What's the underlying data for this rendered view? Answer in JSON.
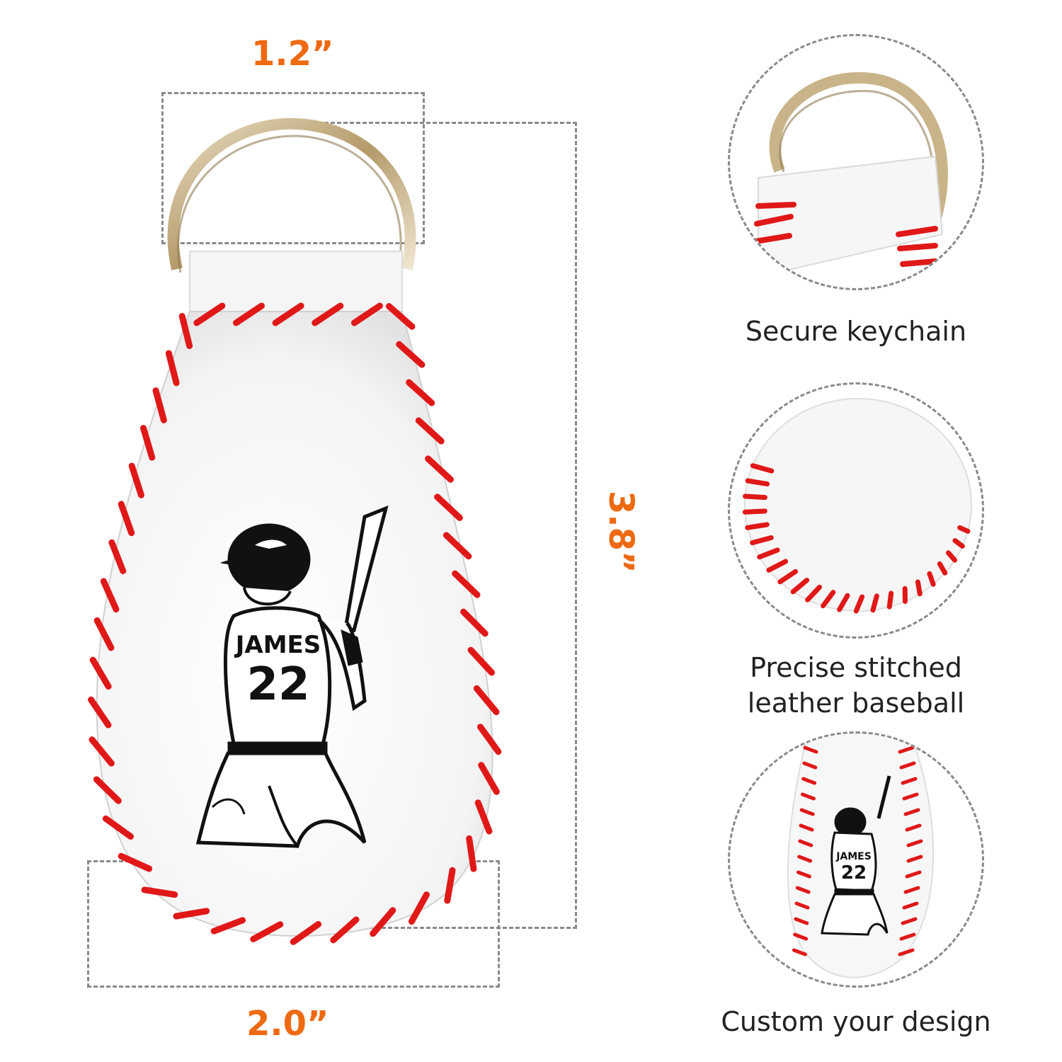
{
  "dimensions": {
    "width": "1.2”",
    "height": "3.8”",
    "bottom_width": "2.0”"
  },
  "product": {
    "jersey_name": "JAMES",
    "jersey_number": "22"
  },
  "features": [
    {
      "caption": "Secure keychain",
      "icon": "keyring-detail"
    },
    {
      "caption_line1": "Precise stitched",
      "caption_line2": "leather baseball",
      "icon": "stitching-detail"
    },
    {
      "caption": "Custom your design",
      "icon": "design-detail"
    }
  ],
  "colors": {
    "accent": "#ee6a12",
    "stitch": "#e01818",
    "leather": "#f7f7f7",
    "ring": "#c9b48a",
    "dash": "#8a8a8a"
  }
}
